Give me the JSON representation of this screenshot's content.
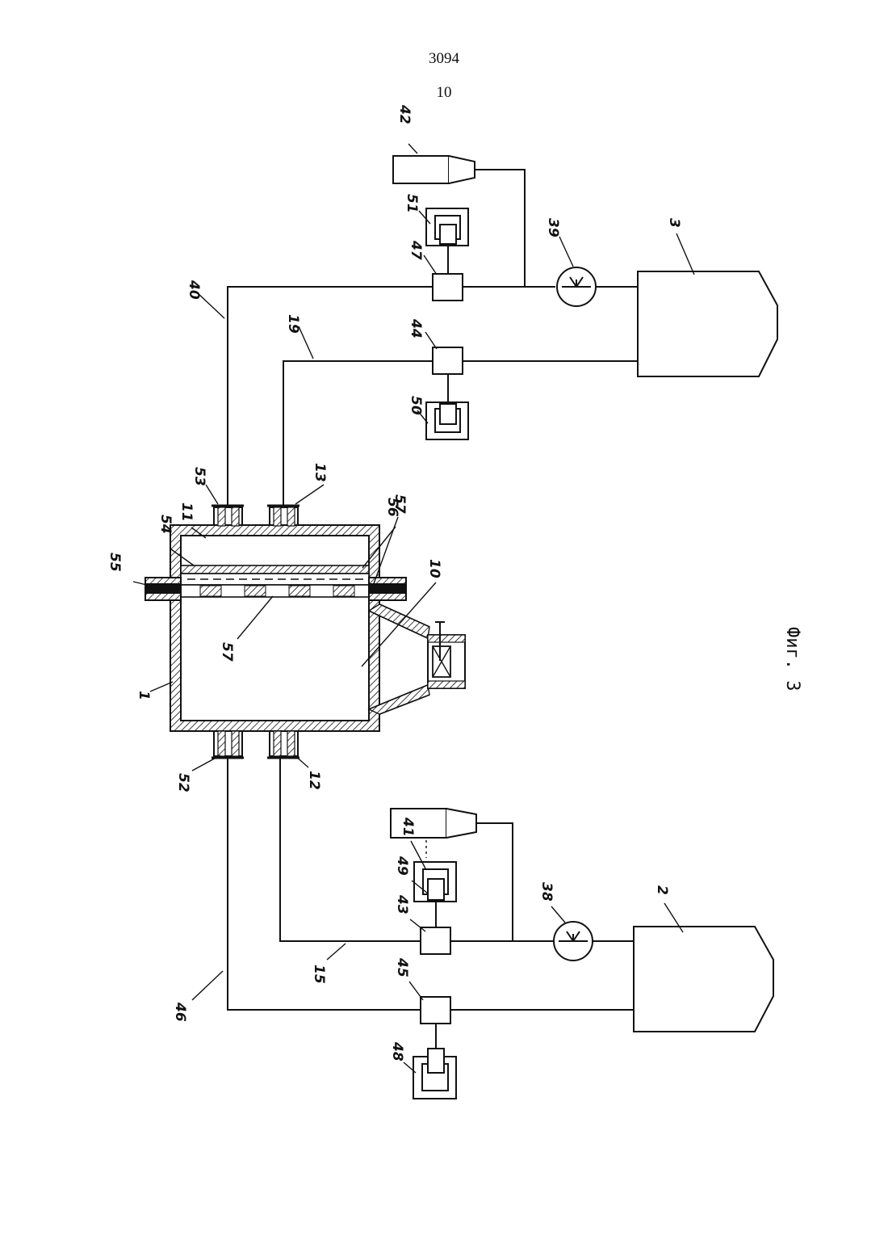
{
  "header": {
    "doc_number": "3094",
    "page_number": "10"
  },
  "caption": "Фиг. 3",
  "labels": {
    "l1": "1",
    "l2": "2",
    "l3": "3",
    "l10": "10",
    "l11": "11",
    "l12": "12",
    "l13": "13",
    "l15": "15",
    "l19": "19",
    "l38": "38",
    "l39": "39",
    "l40": "40",
    "l41": "41",
    "l42": "42",
    "l43": "43",
    "l44": "44",
    "l45": "45",
    "l46": "46",
    "l47": "47",
    "l48": "48",
    "l49": "49",
    "l50": "50",
    "l51": "51",
    "l52": "52",
    "l53": "53",
    "l54": "54",
    "l55": "55",
    "l56": "56",
    "l57a": "57",
    "l57b": "57"
  }
}
